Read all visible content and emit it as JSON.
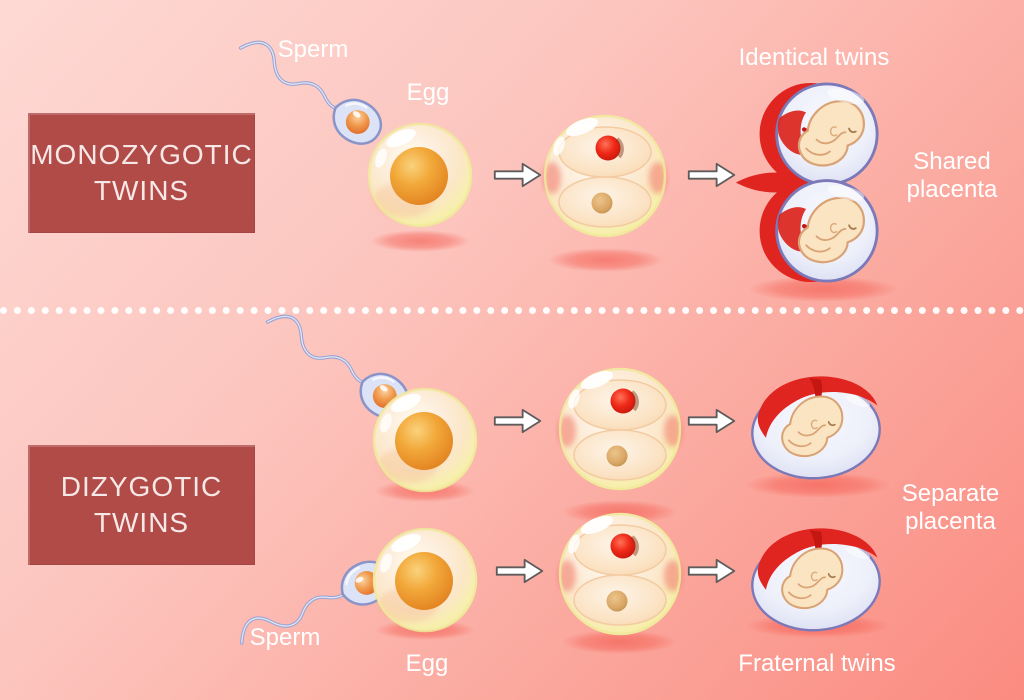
{
  "monozygotic": {
    "box_title": [
      "MONOZYGOTIC",
      "TWINS"
    ],
    "sperm_label": "Sperm",
    "egg_label": "Egg",
    "result_label": "Identical twins",
    "placenta_label": "Shared placenta"
  },
  "dizygotic": {
    "box_title": [
      "DIZYGOTIC",
      "TWINS"
    ],
    "sperm_label": "Sperm",
    "egg_label": "Egg",
    "result_label": "Fraternal twins",
    "placenta_label": "Separate placenta"
  },
  "palette": {
    "background_light": "#fdd6d1",
    "background_dark": "#fb8b81",
    "label_box": "#b14b48",
    "label_box_text": "#f6e8e6",
    "diagram_text": "#ffffff",
    "placenta_red": "#e02420",
    "egg_rim_yellow": "#f0e89a",
    "egg_nucleus_orange": "#ee9f33",
    "amnion_border": "#7b79b8",
    "sperm_lavender": "#99a2d2",
    "arrow_fill": "#ffffff",
    "arrow_outline": "#5f5b5b"
  },
  "icons": [
    "sperm-icon",
    "egg-icon",
    "zygote-two-cell-icon",
    "arrow-right-icon",
    "twin-fetuses-shared-placenta-icon",
    "fetus-separate-placenta-icon",
    "dotted-divider"
  ]
}
